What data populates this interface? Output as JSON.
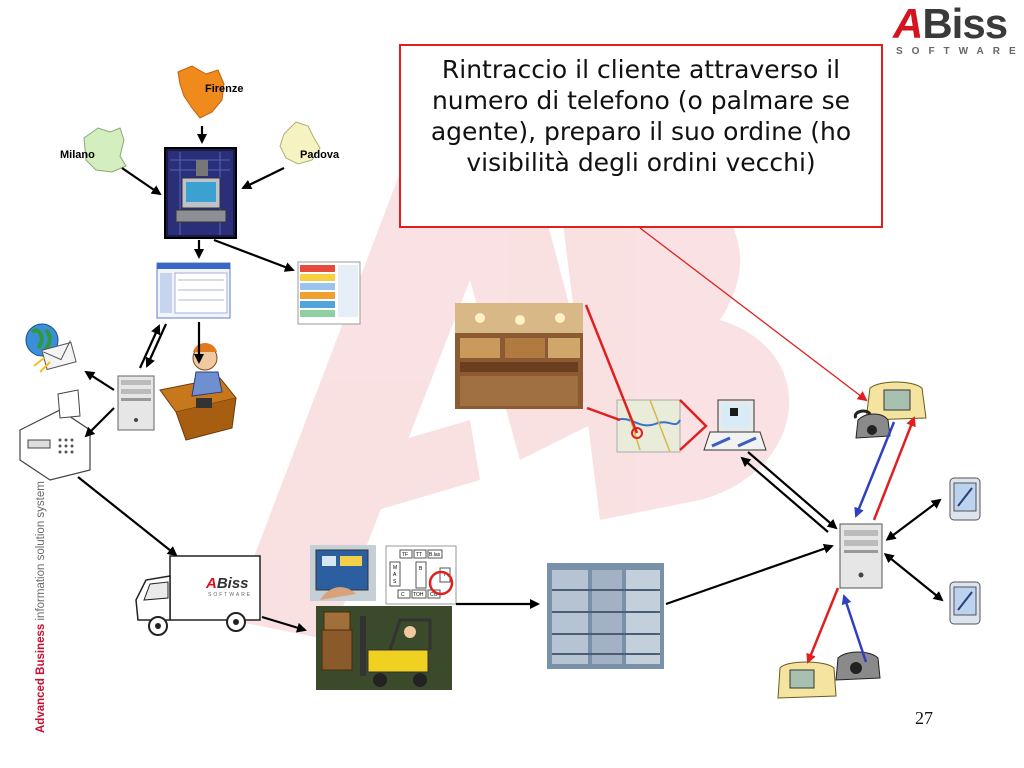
{
  "callout": {
    "text": "Rintraccio il cliente attraverso il numero di telefono (o palmare se agente), preparo il suo ordine (ho visibilità degli ordini vecchi)"
  },
  "cities": {
    "firenze": "Firenze",
    "milano": "Milano",
    "padova": "Padova"
  },
  "logo": {
    "letter_a": "A",
    "rest": "Biss",
    "software": "SOFTWARE"
  },
  "truck_logo": {
    "letter_a": "A",
    "rest": "Biss",
    "software": "SOFTWARE"
  },
  "sidebar_brand": {
    "bold_part": "Advanced Business",
    "rest": " information solution system"
  },
  "order_form": {
    "cells": [
      "TF",
      "TT",
      "B.las",
      "M",
      "A",
      "S",
      "B",
      "T",
      "C",
      "TOH",
      "CG"
    ]
  },
  "page_number": "27",
  "colors": {
    "accent_red": "#e02020",
    "brand_red": "#d4141e",
    "arrow_blue": "#3040c0"
  },
  "icons": [
    "globe-mail-icon",
    "server-tower-icon",
    "fax-machine-icon",
    "telephone-operator-icon",
    "computer-terminal-icon",
    "laptop-icon",
    "handheld-pda-icon",
    "phone-computer-icon",
    "delivery-truck-icon",
    "forklift-icon",
    "warehouse-photo-icon",
    "shop-photo-icon",
    "map-icon"
  ]
}
